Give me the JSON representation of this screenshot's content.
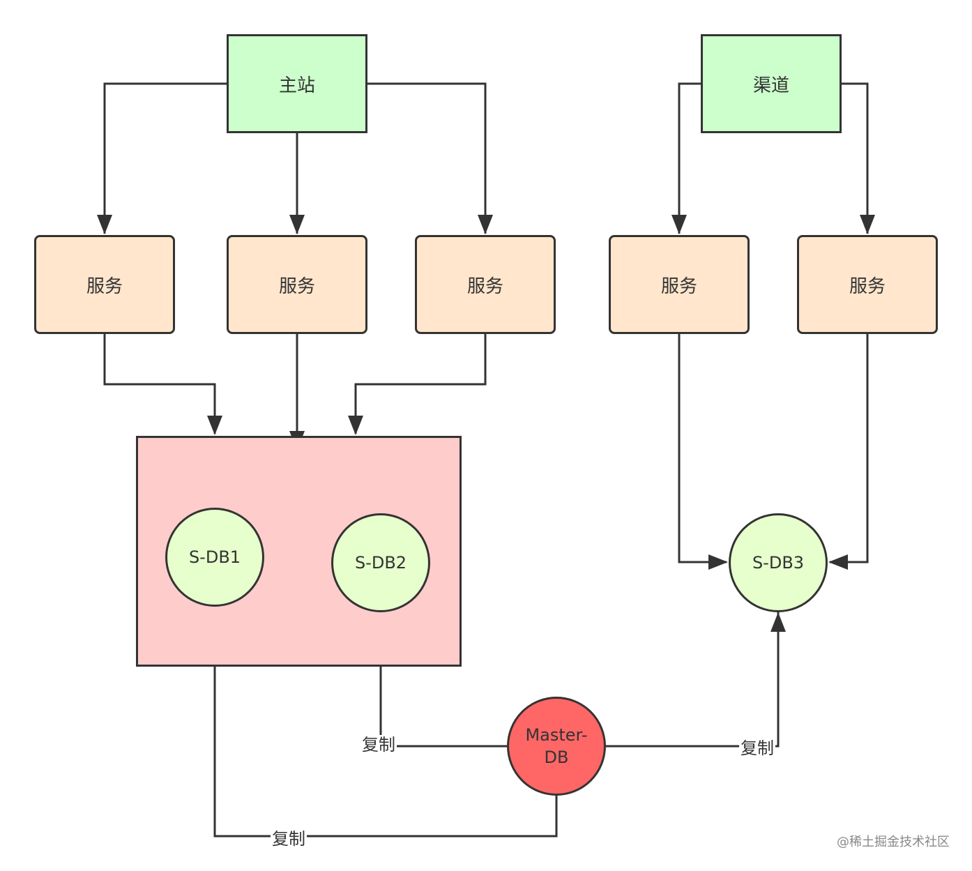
{
  "nodes": {
    "main_site": "主站",
    "channel": "渠道",
    "services": [
      "服务",
      "服务",
      "服务",
      "服务",
      "服务"
    ],
    "sdb1": "S-DB1",
    "sdb2": "S-DB2",
    "sdb3": "S-DB3",
    "master_line1": "Master-",
    "master_line2": "DB"
  },
  "edge_labels": {
    "replicate_sdb2": "复制",
    "replicate_sdb3": "复制",
    "replicate_sdb1": "复制"
  },
  "watermark": "@稀土掘金技术社区",
  "colors": {
    "site_fill": "#ccffcc",
    "service_fill": "#ffe6cc",
    "group_fill": "#ffcccc",
    "slave_db_fill": "#e6ffcc",
    "master_db_fill": "#ff6666",
    "stroke": "#333333"
  }
}
